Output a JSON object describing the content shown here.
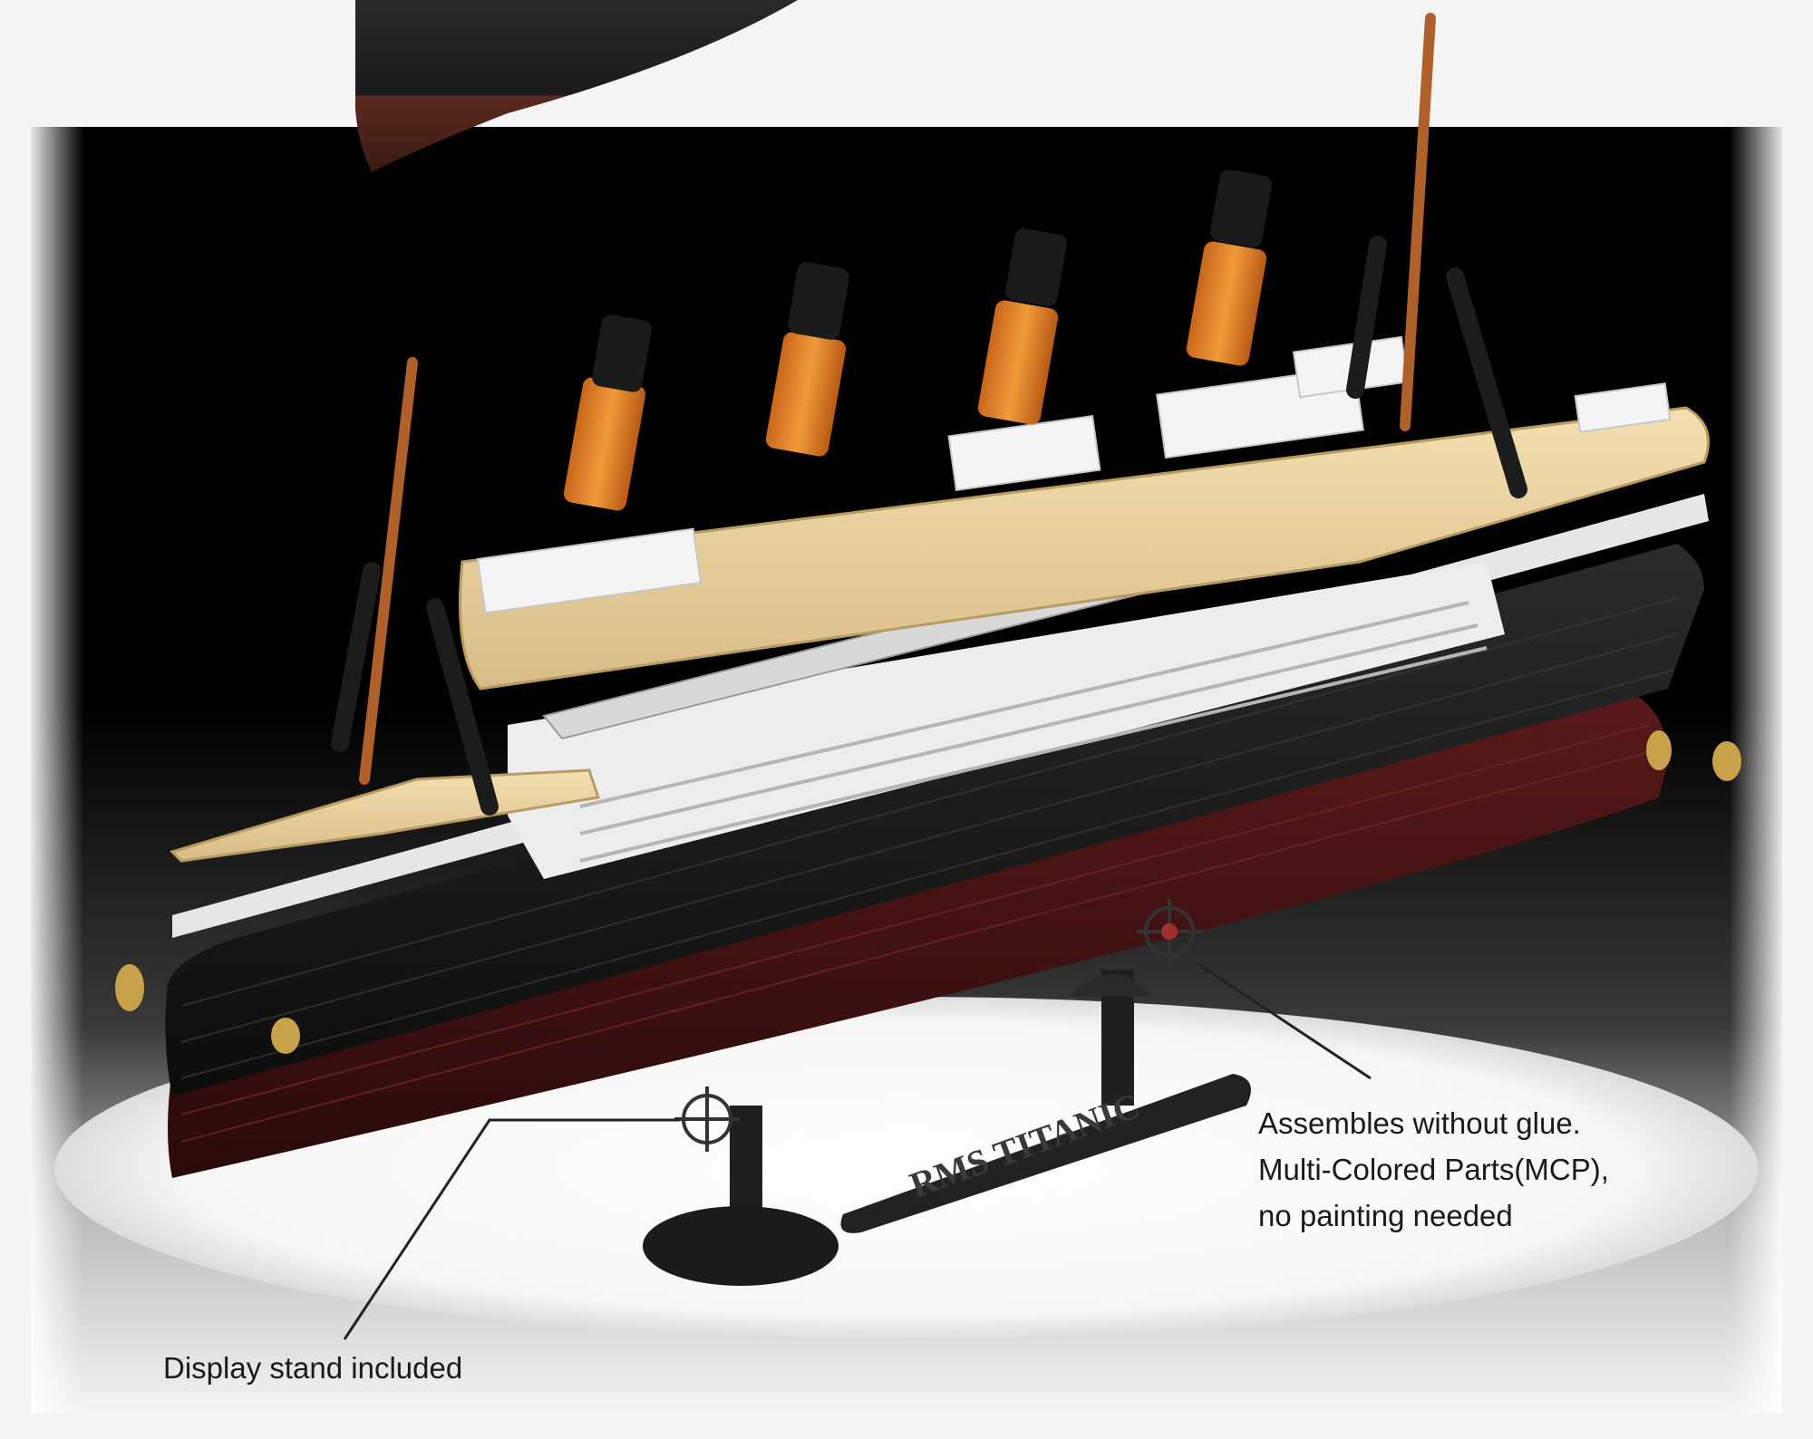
{
  "callouts": {
    "glue": {
      "line1": "Assembles without glue.",
      "line2": "Multi-Colored Parts(MCP),",
      "line3": "no painting needed"
    },
    "stand": {
      "label": "Display stand included"
    }
  },
  "nameplate": {
    "text": "RMS TITANIC"
  },
  "colors": {
    "background": "#000000",
    "hull_black": "#151515",
    "hull_red": "#4a1414",
    "deck_tan": "#e9d2a0",
    "superstructure_white": "#eeeeee",
    "funnel_orange": "#e8892a",
    "funnel_top": "#1a1a1a",
    "mast_brown": "#b0602a",
    "ground_ellipse": "#ffffff"
  }
}
